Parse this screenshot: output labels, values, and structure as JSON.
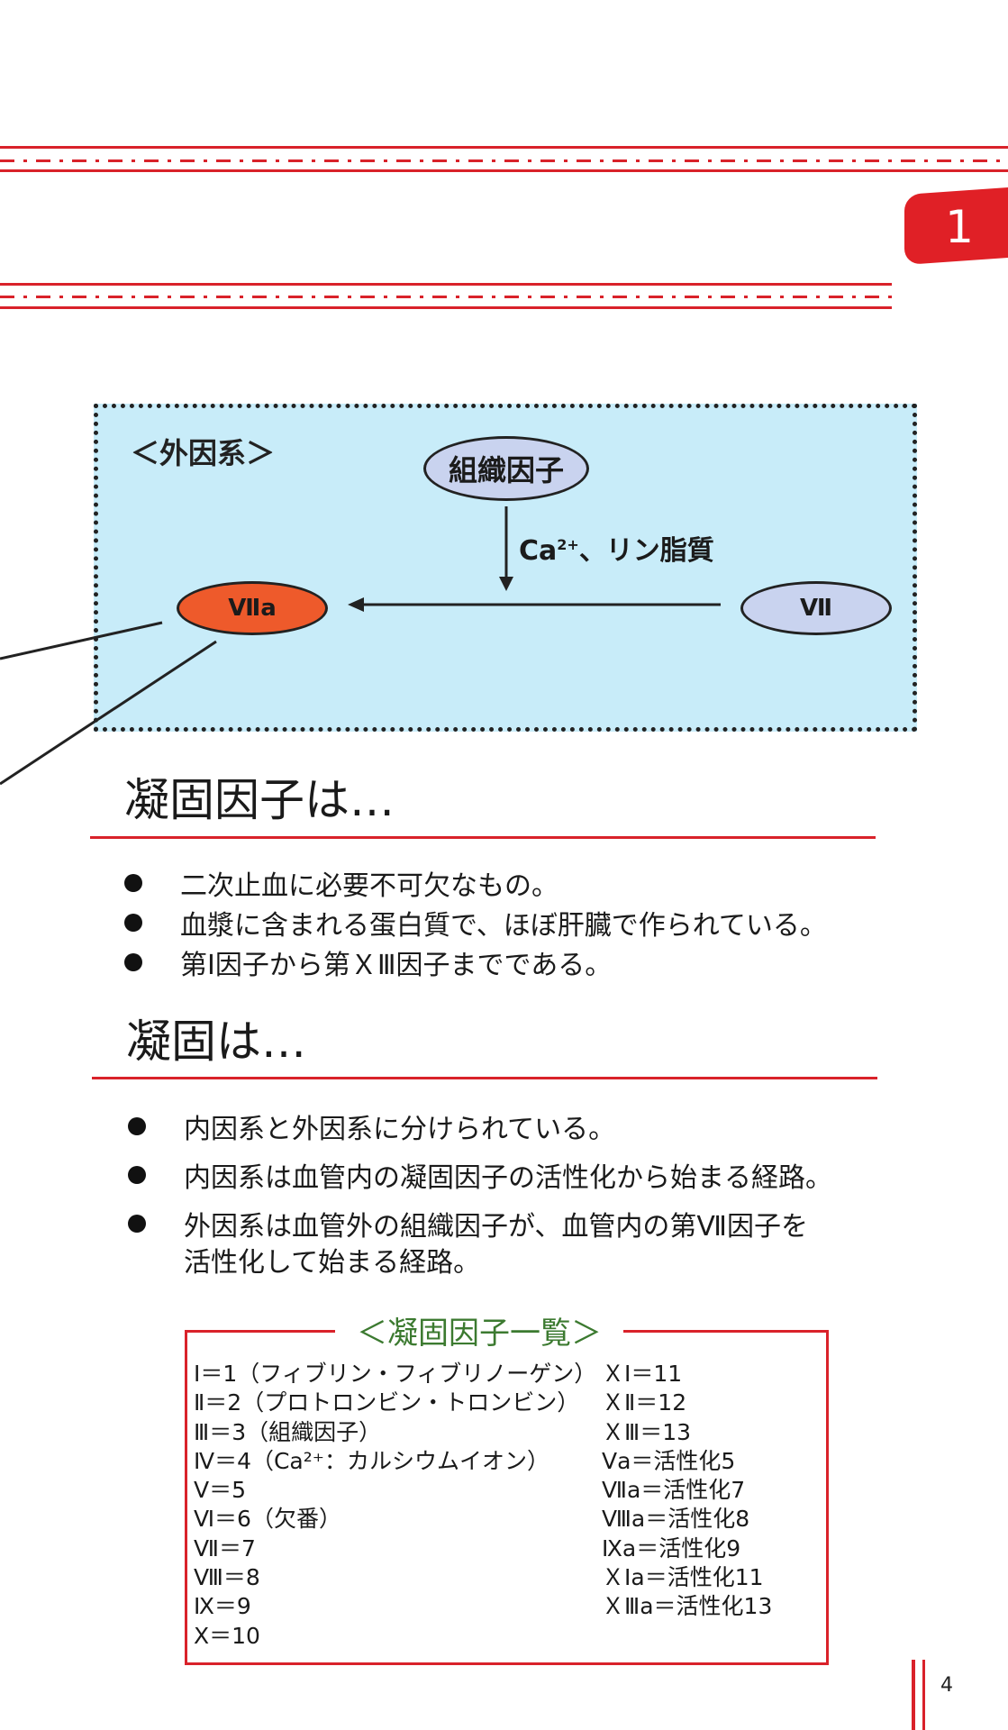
{
  "chapter_number": "1",
  "diagram": {
    "title": "＜外因系＞",
    "tissue_factor": "組織因子",
    "cofactor_prefix": "Ca",
    "cofactor_sup": "2+",
    "cofactor_suffix": "、リン脂質",
    "factor_vii": "Ⅶ",
    "factor_viia": "Ⅶa"
  },
  "section1": {
    "heading": "凝固因子は…",
    "bullets": [
      "二次止血に必要不可欠なもの。",
      "血漿に含まれる蛋白質で、ほぼ肝臓で作られている。",
      "第Ⅰ因子から第ＸⅢ因子までである。"
    ]
  },
  "section2": {
    "heading": "凝固は…",
    "bullets": [
      "内因系と外因系に分けられている。",
      "内因系は血管内の凝固因子の活性化から始まる経路。",
      "外因系は血管外の組織因子が、血管内の第Ⅶ因子を",
      "活性化して始まる経路。"
    ]
  },
  "factor_list": {
    "title": "＜凝固因子一覧＞",
    "left": [
      "Ⅰ＝1（フィブリン・フィブリノーゲン）",
      "Ⅱ＝2（プロトロンビン・トロンビン）",
      "Ⅲ＝3（組織因子）",
      "Ⅳ＝4（Ca²⁺：カルシウムイオン）",
      "Ⅴ＝5",
      "Ⅵ＝6（欠番）",
      "Ⅶ＝7",
      "Ⅷ＝8",
      "Ⅸ＝9",
      "Ⅹ＝10"
    ],
    "right": [
      "ＸⅠ＝11",
      "ＸⅡ＝12",
      "ＸⅢ＝13",
      "Ⅴa＝活性化5",
      "Ⅶa＝活性化7",
      "Ⅷa＝活性化8",
      "Ⅸa＝活性化9",
      "ＸⅠa＝活性化11",
      "ＸⅢa＝活性化13"
    ]
  },
  "page_number": "4"
}
